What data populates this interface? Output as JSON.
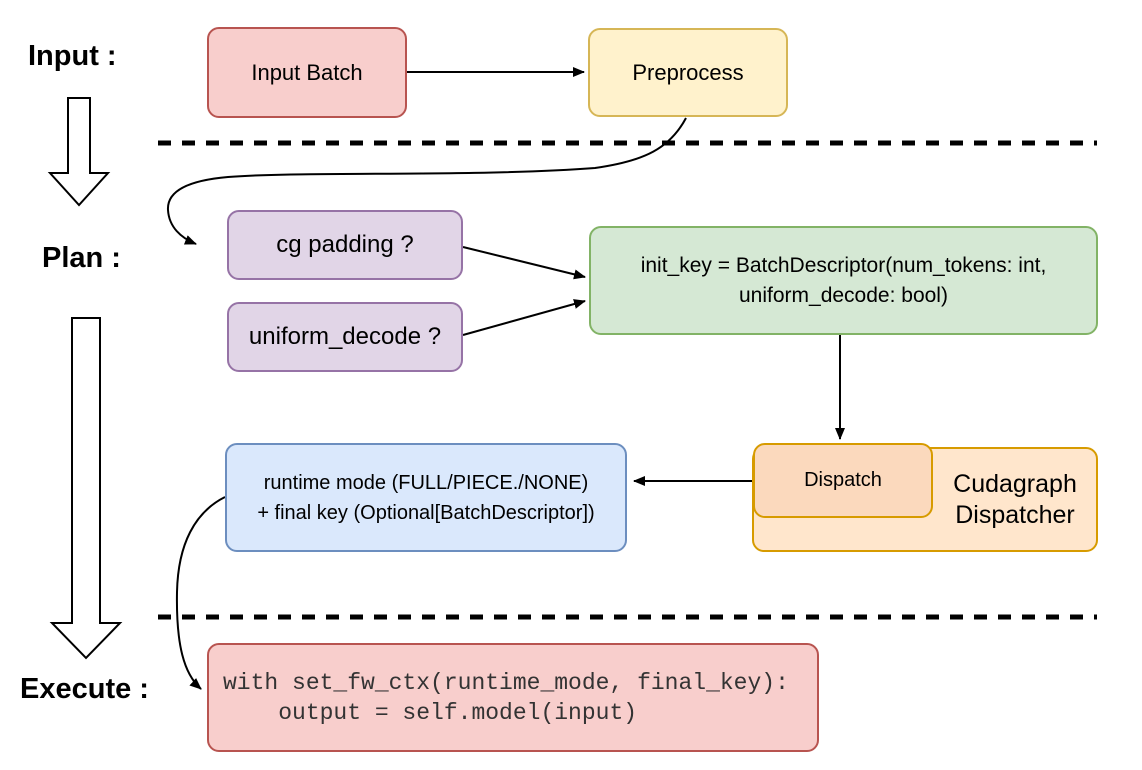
{
  "diagram": {
    "stage_labels": {
      "input": "Input :",
      "plan": "Plan :",
      "execute": "Execute :"
    },
    "nodes": {
      "input_batch": "Input Batch",
      "preprocess": "Preprocess",
      "cg_padding": "cg padding ?",
      "uniform_decode": "uniform_decode ?",
      "init_key": "init_key = BatchDescriptor(num_tokens: int,\nuniform_decode: bool)",
      "dispatch": "Dispatch",
      "cudagraph_dispatcher": "Cudagraph\nDispatcher",
      "runtime_mode": "runtime mode (FULL/PIECE./NONE)\n+ final key (Optional[BatchDescriptor])",
      "execute_code": "with set_fw_ctx(runtime_mode, final_key):\n    output = self.model(input)"
    },
    "colors": {
      "pink_fill": "#f8cecc",
      "pink_stroke": "#b85450",
      "yellow_fill": "#fff2cc",
      "yellow_stroke": "#d6b656",
      "purple_fill": "#e1d5e7",
      "purple_stroke": "#9673a6",
      "green_fill": "#d5e8d4",
      "green_stroke": "#82b366",
      "blue_fill": "#dae8fc",
      "blue_stroke": "#6c8ebf",
      "orange_fill": "#ffe6cc",
      "orange_stroke": "#d79b00",
      "peach_fill": "#fbd9bd",
      "connector": "#000000"
    }
  }
}
